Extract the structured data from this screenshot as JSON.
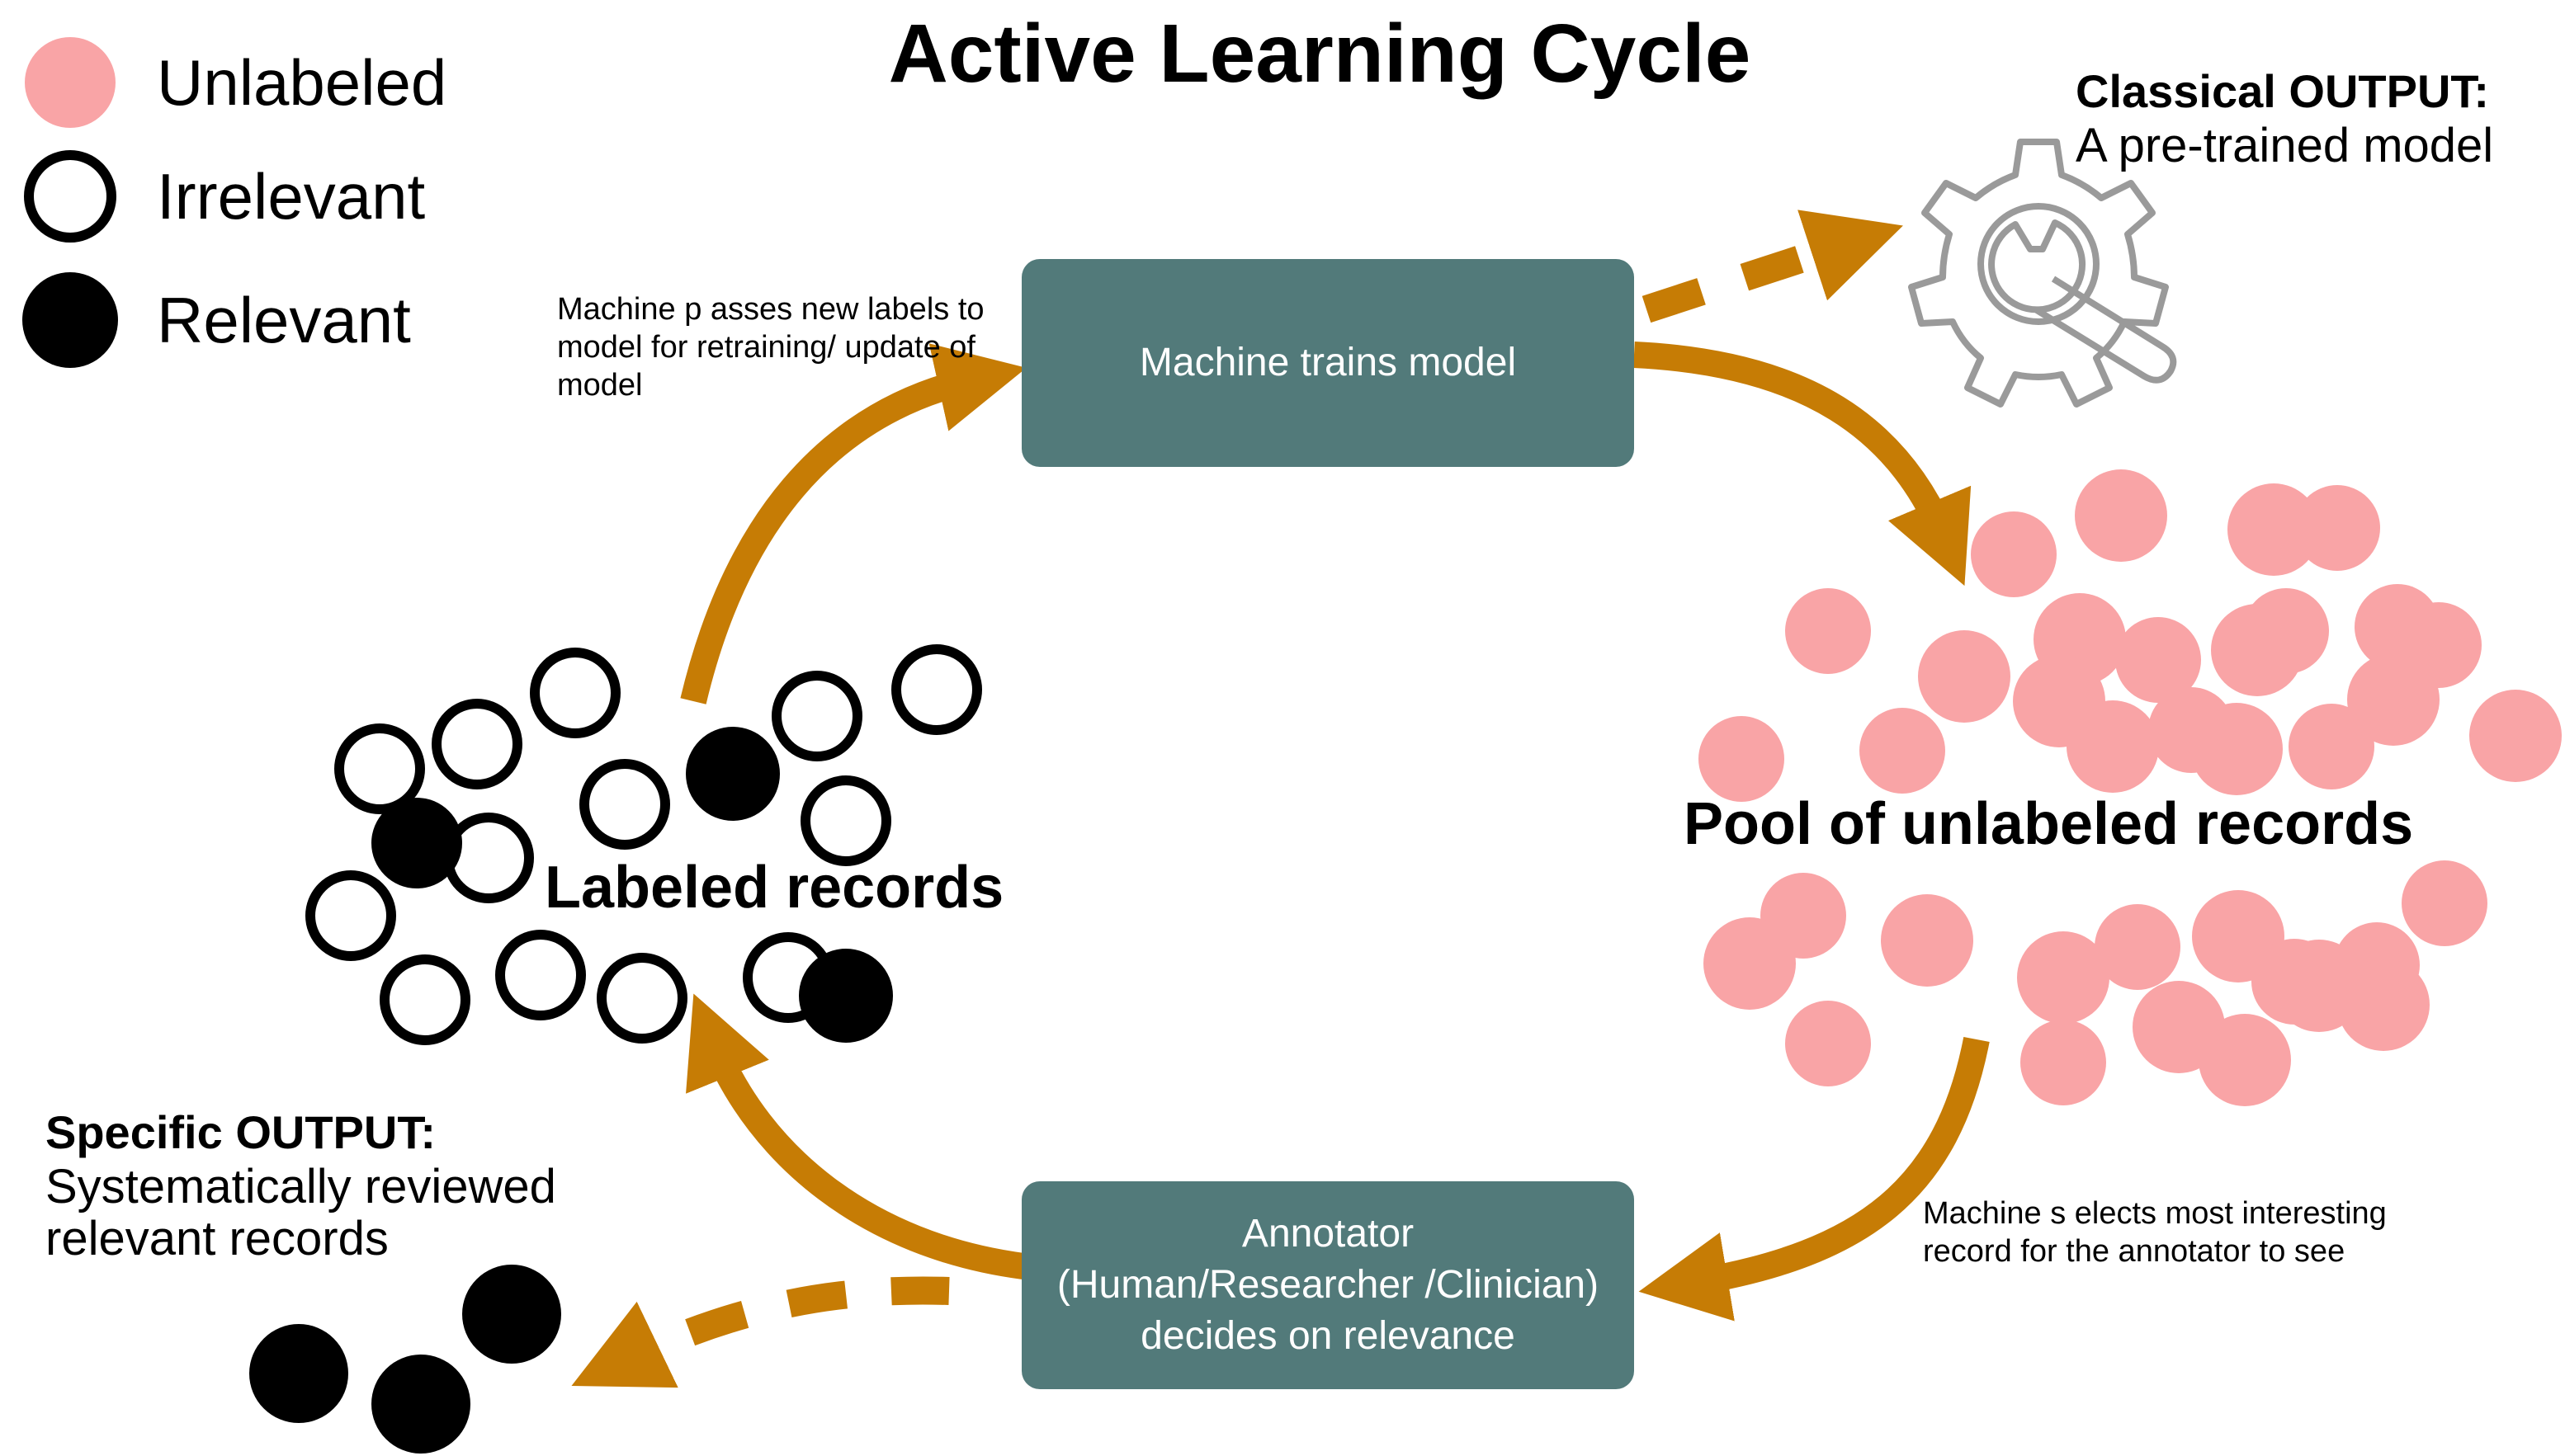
{
  "title": "Active Learning Cycle",
  "legend": [
    {
      "label": "Unlabeled",
      "style": "pink-filled"
    },
    {
      "label": "Irrelevant",
      "style": "hollow"
    },
    {
      "label": "Relevant",
      "style": "black-filled"
    }
  ],
  "boxes": {
    "train": "Machine trains model",
    "annotator_line1": "Annotator",
    "annotator_line2": "(Human/Researcher /Clinician)",
    "annotator_line3": "decides on relevance"
  },
  "labels": {
    "labeled_records": "Labeled records",
    "pool": "Pool of unlabeled records"
  },
  "notes": {
    "retrain": "Machine p asses new labels to model for retraining/ update of model",
    "select": "Machine s elects most  interesting record for the annotator to see"
  },
  "outputs": {
    "classical_title": "Classical OUTPUT:",
    "classical_sub": "A pre-trained model",
    "specific_title": "Specific OUTPUT:",
    "specific_sub_line1": "Systematically reviewed",
    "specific_sub_line2": "relevant records"
  },
  "icons": {
    "output_model": "gear-wrench-icon"
  },
  "colors": {
    "unlabeled": "#f9a4a6",
    "arrow": "#c67c05",
    "box": "#527a7a",
    "gear": "#9a9a9a"
  }
}
